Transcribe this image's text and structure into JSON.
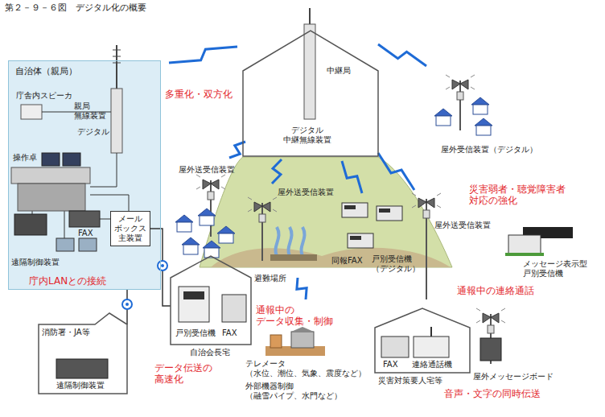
{
  "diagram": {
    "title": "第２－９－６図　デジタル化の概要",
    "nodes": [
      {
        "text": [
          "自治体（親局）"
        ]
      },
      {
        "text": [
          "メール ボックス 主装置"
        ],
        "in": 0
      },
      {
        "text": [
          "中継局",
          "デジタル 中継無線装置"
        ]
      },
      {
        "text": [
          "戸別受信機",
          "FAX",
          "自治会長宅"
        ]
      },
      {
        "text": [
          "消防署・JA等",
          "遠隔制御装置"
        ]
      },
      {
        "text": [
          "FAX",
          "連絡通話機",
          "災害対策要人宅等"
        ]
      }
    ],
    "edges": [
      {
        "from": 1,
        "to": 3,
        "arrow": "none"
      },
      {
        "from": 0,
        "to": 4,
        "arrow": "none"
      }
    ],
    "labels": [
      "庁舎内スピーカ",
      "親局 無線装置",
      "デジタル",
      "操作卓",
      "FAX",
      "遠隔制御装置",
      "庁内LANとの接続",
      "多重化・双方化",
      "屋外送受信装置",
      "屋外受信装置（デジタル）",
      "屋外送受信装置",
      "災害弱者・聴覚障害者 対応の強化",
      "屋外送受信装置",
      "避難場所",
      "同報FAX",
      "戸別受信機 （デジタル）",
      "メッセージ表示型 戸別受信機",
      "通報中の連絡通話",
      "通報中の データ収集・制御",
      "データ伝送の 高速化",
      "テレメータ （水位、潮位、気象、震度など）",
      "外部機器制御 （融雪パイプ、水門など）",
      "屋外メッセージボード",
      "音声・文字の同時伝送"
    ]
  }
}
